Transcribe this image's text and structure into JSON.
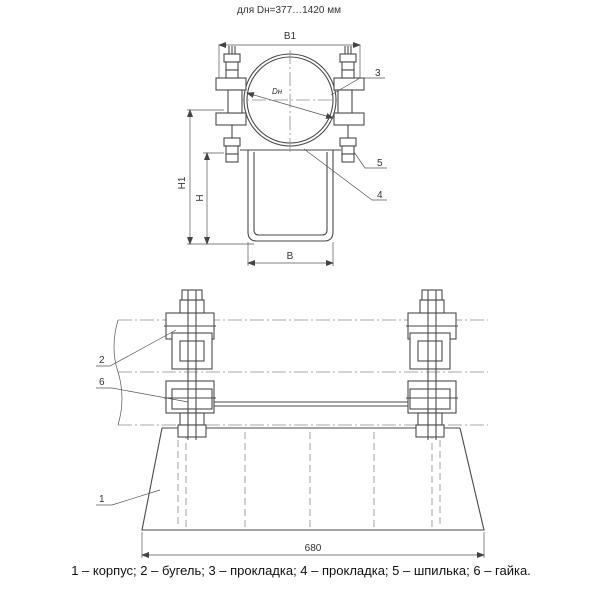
{
  "top_label": "для Dн=377…1420 мм",
  "dims": {
    "b1": "B1",
    "dn": "Dн",
    "h1": "H1",
    "h": "H",
    "b": "B",
    "length": "680"
  },
  "callouts": [
    "1",
    "2",
    "3",
    "4",
    "5",
    "6"
  ],
  "caption": "1 – корпус;  2 – бугель;  3 – прокладка;  4 – прокладка;  5 – шпилька;  6 – гайка."
}
